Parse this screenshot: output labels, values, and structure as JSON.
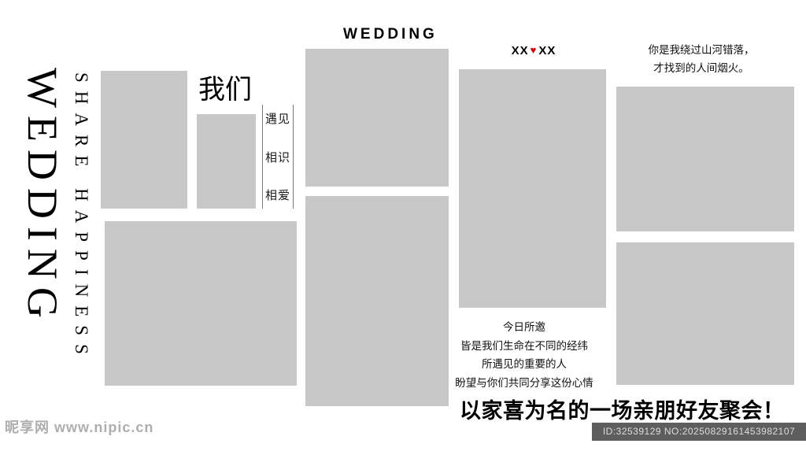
{
  "left_banner": {
    "wedding": "WEDDING",
    "share_happiness": "SHARE HAPPINESS"
  },
  "header": {
    "title": "WEDDING"
  },
  "intro": {
    "we_label": "我们",
    "timeline": [
      "遇见",
      "相识",
      "相爱"
    ]
  },
  "couple": {
    "prefix": "XX",
    "heart": "♥",
    "suffix": "XX"
  },
  "quote": {
    "line1": "你是我绕过山河错落，",
    "line2": "才找到的人间烟火。"
  },
  "invitation": {
    "lines": [
      "今日所邀",
      "皆是我们生命在不同的经纬",
      "所遇见的重要的人",
      "盼望与你们共同分享这份心情"
    ]
  },
  "footer": {
    "slogan": "以家喜为名的一场亲朋好友聚会！"
  },
  "watermark": {
    "site": "昵享网 www.nipic.cn",
    "id_text": "ID:32539129 NO:20250829161453982107"
  },
  "colors": {
    "photo_placeholder": "#c8c8c8",
    "heart": "#cc0000",
    "id_bar_background": "#5e5e5e",
    "id_bar_text": "#dddddd",
    "watermark_text": "#aeaeae"
  }
}
